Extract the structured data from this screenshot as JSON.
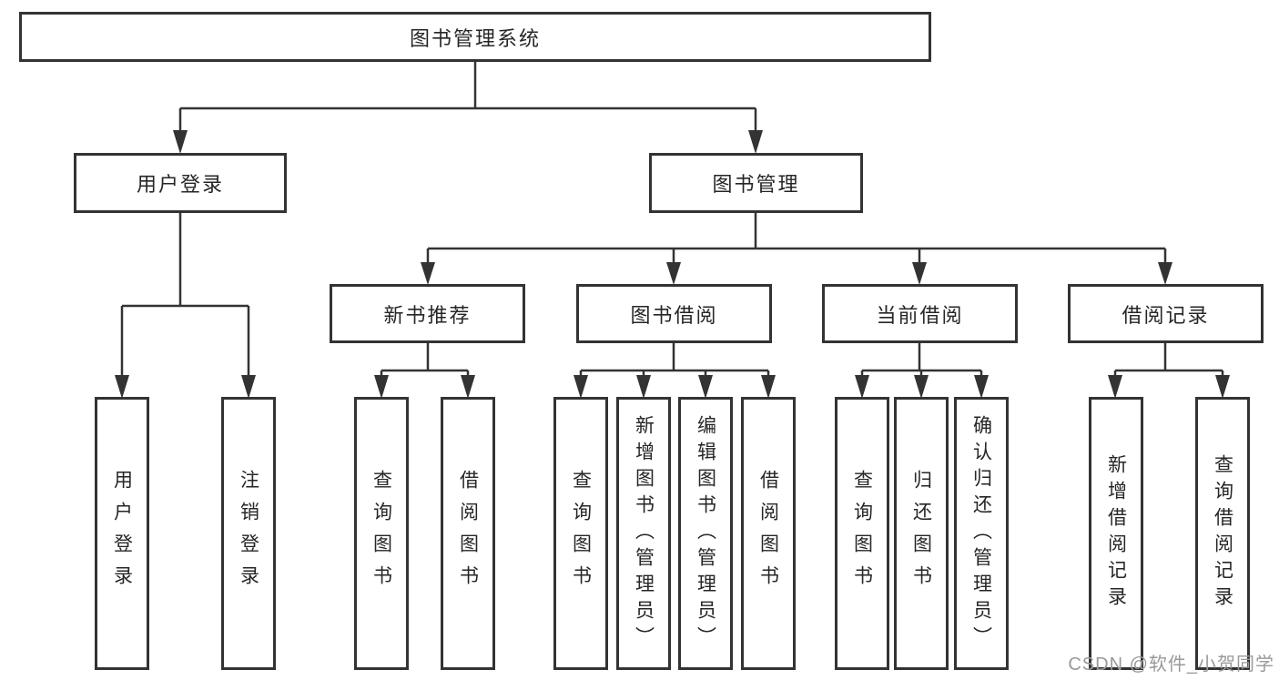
{
  "diagram": {
    "root": {
      "label": "图书管理系统"
    },
    "branches": [
      {
        "label": "用户登录",
        "children": [
          {
            "label": "用户登录"
          },
          {
            "label": "注销登录"
          }
        ]
      },
      {
        "label": "图书管理",
        "children": [
          {
            "label": "新书推荐",
            "children": [
              {
                "label": "查询图书"
              },
              {
                "label": "借阅图书"
              }
            ]
          },
          {
            "label": "图书借阅",
            "children": [
              {
                "label": "查询图书"
              },
              {
                "label": "新增图书（管理员）"
              },
              {
                "label": "编辑图书（管理员）"
              },
              {
                "label": "借阅图书"
              }
            ]
          },
          {
            "label": "当前借阅",
            "children": [
              {
                "label": "查询图书"
              },
              {
                "label": "归还图书"
              },
              {
                "label": "确认归还（管理员）"
              }
            ]
          },
          {
            "label": "借阅记录",
            "children": [
              {
                "label": "新增借阅记录"
              },
              {
                "label": "查询借阅记录"
              }
            ]
          }
        ]
      }
    ]
  },
  "watermark": {
    "text": "CSDN @软件_小贺同学"
  },
  "colors": {
    "line": "#333333",
    "box_border": "#333333",
    "text": "#262626",
    "watermark": "#999999",
    "background": "#ffffff"
  }
}
